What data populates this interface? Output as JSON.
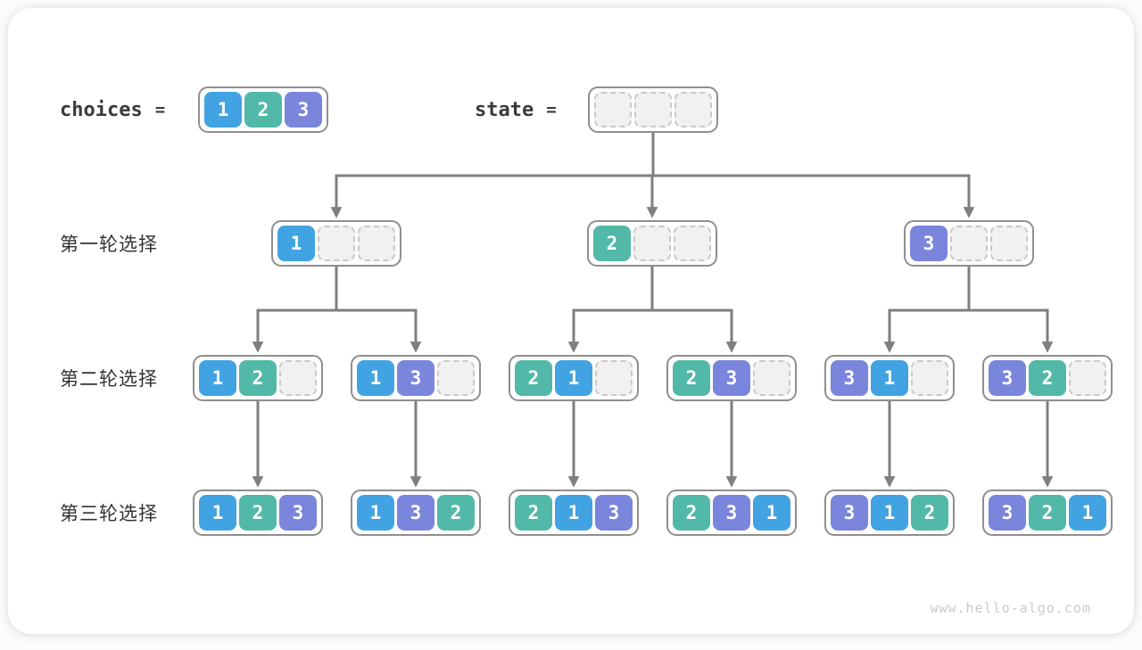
{
  "header": {
    "choices": {
      "label": "choices",
      "equals": "=",
      "values": [
        1,
        2,
        3
      ]
    },
    "state": {
      "label": "state",
      "equals": "=",
      "values": [
        null,
        null,
        null
      ]
    }
  },
  "rows": [
    {
      "label": "第一轮选择",
      "nodes": [
        [
          1,
          null,
          null
        ],
        [
          2,
          null,
          null
        ],
        [
          3,
          null,
          null
        ]
      ]
    },
    {
      "label": "第二轮选择",
      "nodes": [
        [
          1,
          2,
          null
        ],
        [
          1,
          3,
          null
        ],
        [
          2,
          1,
          null
        ],
        [
          2,
          3,
          null
        ],
        [
          3,
          1,
          null
        ],
        [
          3,
          2,
          null
        ]
      ]
    },
    {
      "label": "第三轮选择",
      "nodes": [
        [
          1,
          2,
          3
        ],
        [
          1,
          3,
          2
        ],
        [
          2,
          1,
          3
        ],
        [
          2,
          3,
          1
        ],
        [
          3,
          1,
          2
        ],
        [
          3,
          2,
          1
        ]
      ]
    }
  ],
  "colors": {
    "value1": "#41a3e2",
    "value2": "#52b9a8",
    "value3": "#7a85dc",
    "arrow": "#7f7f7f"
  },
  "footer": {
    "watermark": "www.hello-algo.com"
  }
}
